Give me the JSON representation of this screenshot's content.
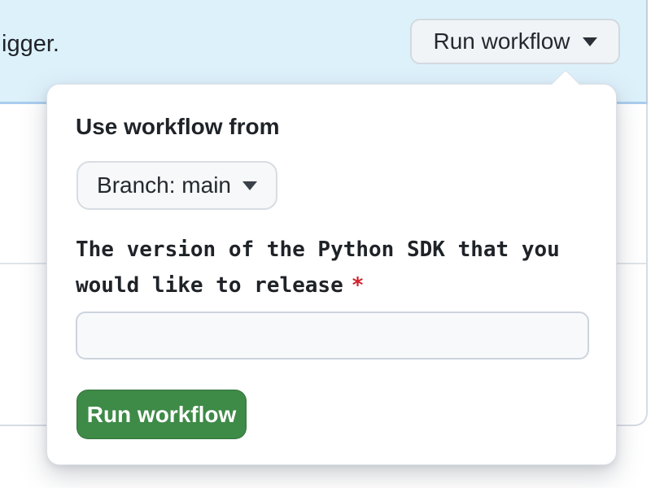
{
  "banner": {
    "visible_text": "igger.",
    "run_workflow_label": "Run workflow"
  },
  "popover": {
    "title": "Use workflow from",
    "branch_button_label": "Branch: main",
    "description_line1": "The version of the Python SDK that you",
    "description_line2": "would like to release",
    "required_marker": "*",
    "version_input": {
      "value": "",
      "placeholder": ""
    },
    "run_button_label": "Run workflow"
  },
  "colors": {
    "banner_background": "#ddf1fb",
    "banner_border_blue": "#a9cdee",
    "primary_button_green": "#3e8a47",
    "required_asterisk_red": "#cf222e",
    "text_primary": "#1f2328"
  }
}
